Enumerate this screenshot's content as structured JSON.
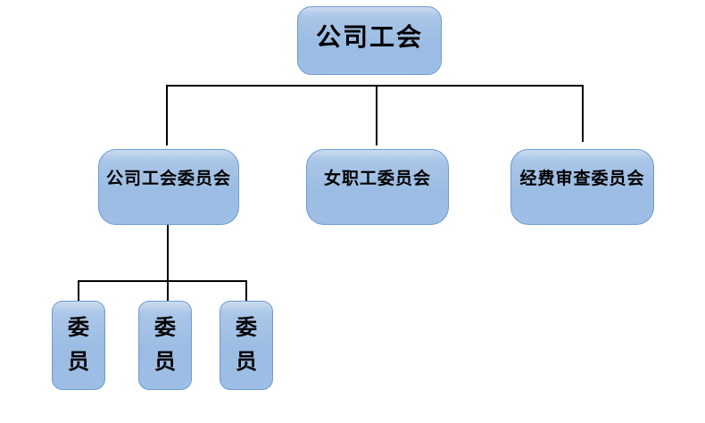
{
  "diagram": {
    "type": "org-chart",
    "root": {
      "label": "公司工会"
    },
    "level2": [
      {
        "label": "公司工会委员会"
      },
      {
        "label": "女职工委员会"
      },
      {
        "label": "经费审查委员会"
      }
    ],
    "level3": [
      {
        "label": "委员"
      },
      {
        "label": "委员"
      },
      {
        "label": "委员"
      }
    ],
    "edges": [
      {
        "from": "公司工会",
        "to": "公司工会委员会"
      },
      {
        "from": "公司工会",
        "to": "女职工委员会"
      },
      {
        "from": "公司工会",
        "to": "经费审查委员会"
      },
      {
        "from": "公司工会委员会",
        "to": "委员"
      },
      {
        "from": "公司工会委员会",
        "to": "委员"
      },
      {
        "from": "公司工会委员会",
        "to": "委员"
      }
    ],
    "colors": {
      "box_fill": "#9bbce3",
      "box_highlight": "#cadcf0",
      "box_border": "#6f9bd1",
      "connector": "#000000",
      "background": "#ffffff",
      "text": "#000000"
    }
  }
}
